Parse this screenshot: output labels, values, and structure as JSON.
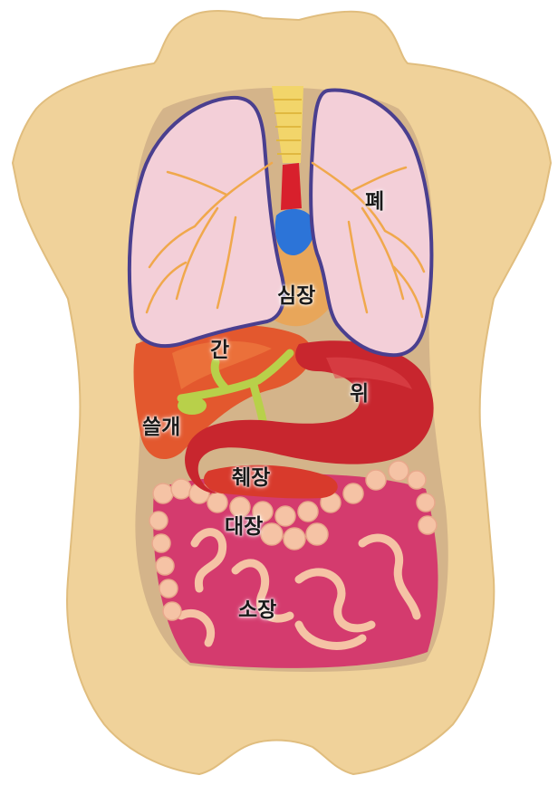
{
  "diagram": {
    "labels": {
      "lung": "폐",
      "heart": "심장",
      "liver": "간",
      "stomach": "위",
      "gallbladder": "쓸개",
      "pancreas": "췌장",
      "large_intestine": "대장",
      "small_intestine": "소장"
    },
    "colors": {
      "skin": "#f0d29a",
      "skin_shadow": "#e0bd7e",
      "lung_fill": "#f3cfd8",
      "lung_outline": "#4a3f8f",
      "bronchi": "#f0a84c",
      "trachea": "#f2d56a",
      "heart_blue": "#2c74d8",
      "heart_red": "#d8202c",
      "liver": "#e3582e",
      "stomach": "#c8262e",
      "gallbladder": "#b8d04a",
      "large_intestine": "#f5c3a5",
      "small_intestine": "#d43b6e",
      "cavity": "#d4b48a"
    }
  }
}
